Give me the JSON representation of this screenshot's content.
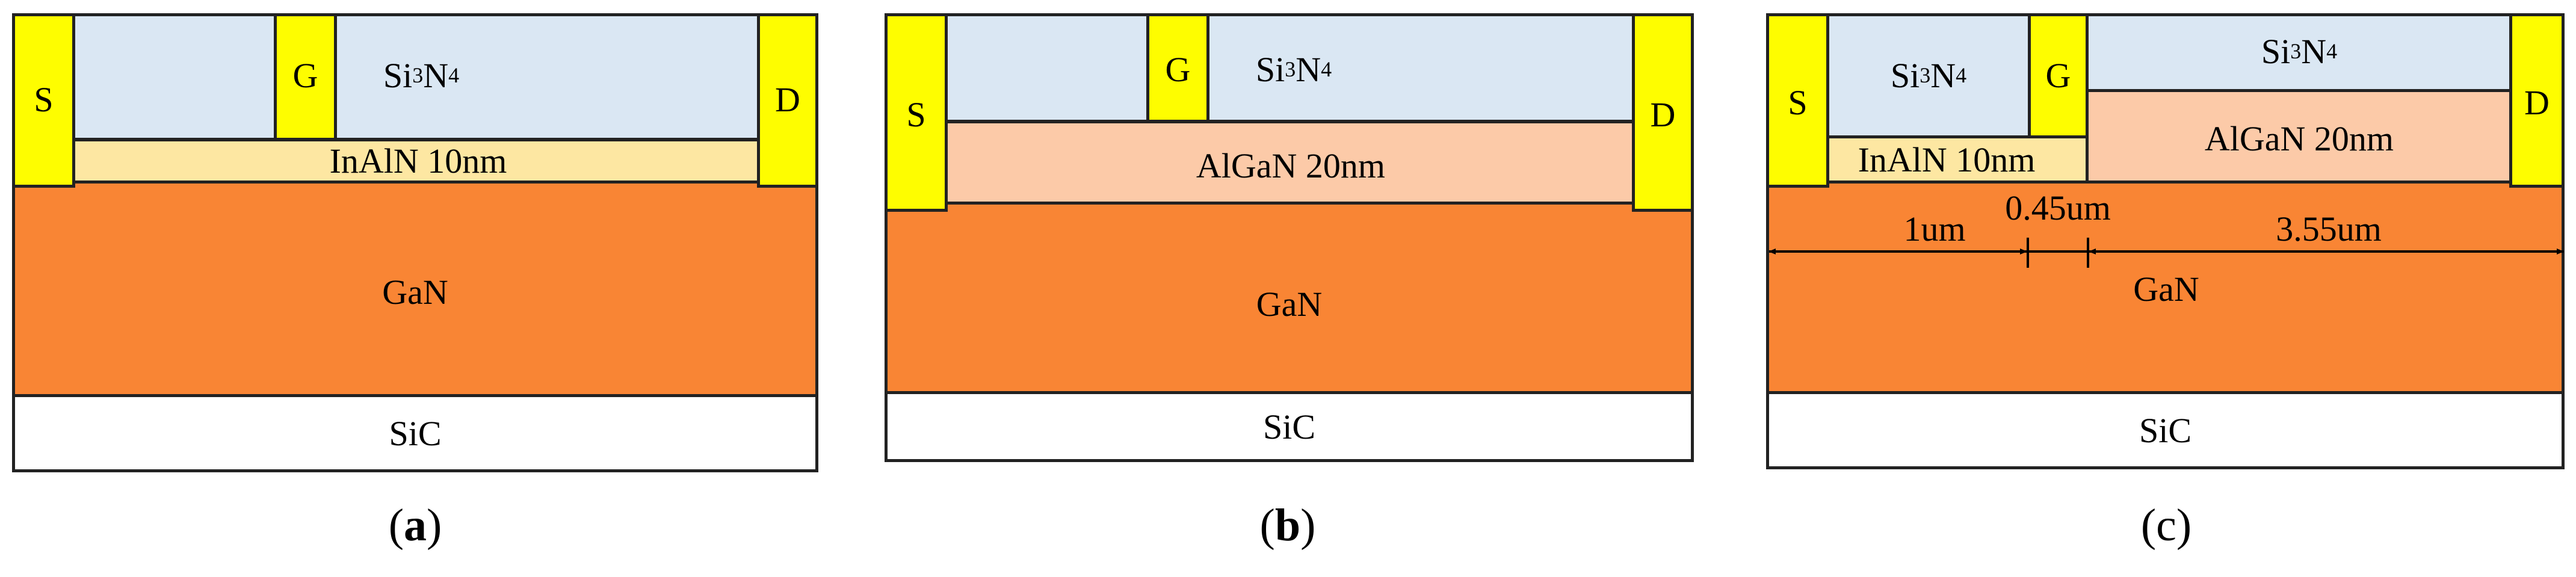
{
  "colors": {
    "sin": "#dae7f3",
    "inaln": "#fde7a2",
    "algan": "#fccaa8",
    "gan": "#f98534",
    "sic": "#ffffff",
    "contact": "#fefd00",
    "outline": "#222222"
  },
  "panels": {
    "a": {
      "caption": "a",
      "source": "S",
      "gate": "G",
      "drain": "D",
      "passivation_main": "Si",
      "passivation_sub1": "3",
      "passivation_n": "N",
      "passivation_sub2": "4",
      "barrier": "InAlN 10nm",
      "channel": "GaN",
      "substrate": "SiC"
    },
    "b": {
      "caption": "b",
      "source": "S",
      "gate": "G",
      "drain": "D",
      "passivation_main": "Si",
      "passivation_sub1": "3",
      "passivation_n": "N",
      "passivation_sub2": "4",
      "barrier": "AlGaN 20nm",
      "channel": "GaN",
      "substrate": "SiC"
    },
    "c": {
      "caption": "c",
      "source": "S",
      "gate": "G",
      "drain": "D",
      "passivation_main": "Si",
      "passivation_sub1": "3",
      "passivation_n": "N",
      "passivation_sub2": "4",
      "barrier_left": "InAlN 10nm",
      "barrier_right": "AlGaN 20nm",
      "channel": "GaN",
      "substrate": "SiC",
      "dim_left": "1um",
      "dim_gate": "0.45um",
      "dim_right": "3.55um"
    }
  }
}
